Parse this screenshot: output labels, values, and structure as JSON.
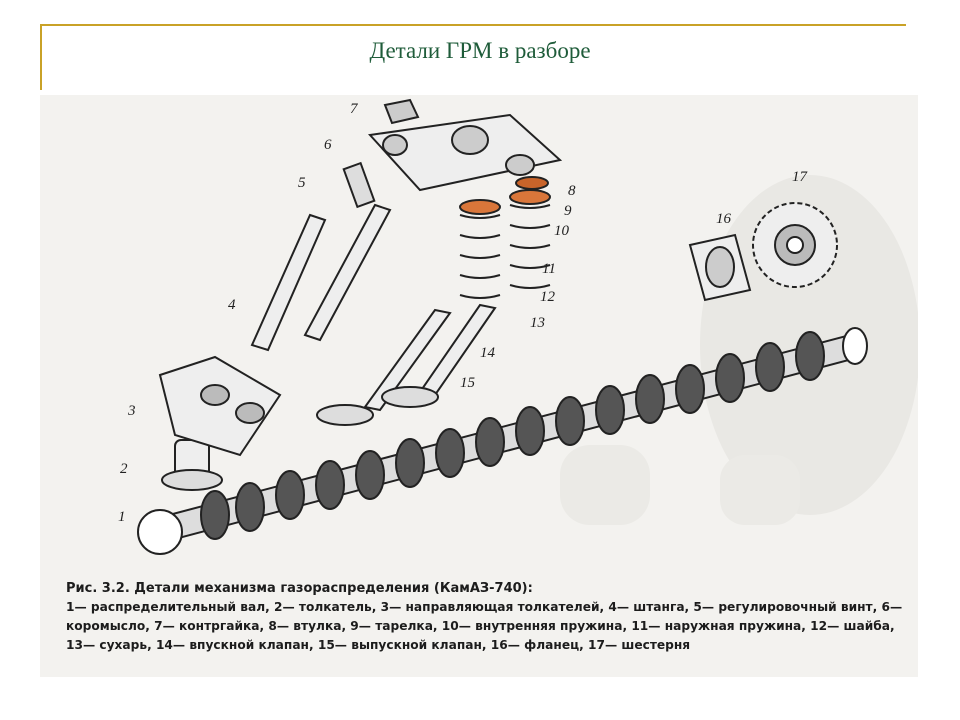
{
  "slide": {
    "title": "Детали ГРМ в разборе"
  },
  "figure": {
    "caption_title": "Рис. 3.2. Детали механизма газораспределения (КамАЗ-740):",
    "caption_body": "1— распределительный вал, 2— толкатель, 3— направляющая толкателей, 4— штанга, 5— регулировочный винт, 6— коромысло, 7— контргайка, 8— втулка, 9— тарелка, 10— внутренняя пружина, 11— наружная пружина, 12— шайба, 13— сухарь, 14— впускной клапан, 15— выпускной клапан, 16— фланец, 17— шестерня",
    "callouts": [
      "1",
      "2",
      "3",
      "4",
      "5",
      "6",
      "7",
      "8",
      "9",
      "10",
      "11",
      "12",
      "13",
      "14",
      "15",
      "16",
      "17"
    ]
  }
}
